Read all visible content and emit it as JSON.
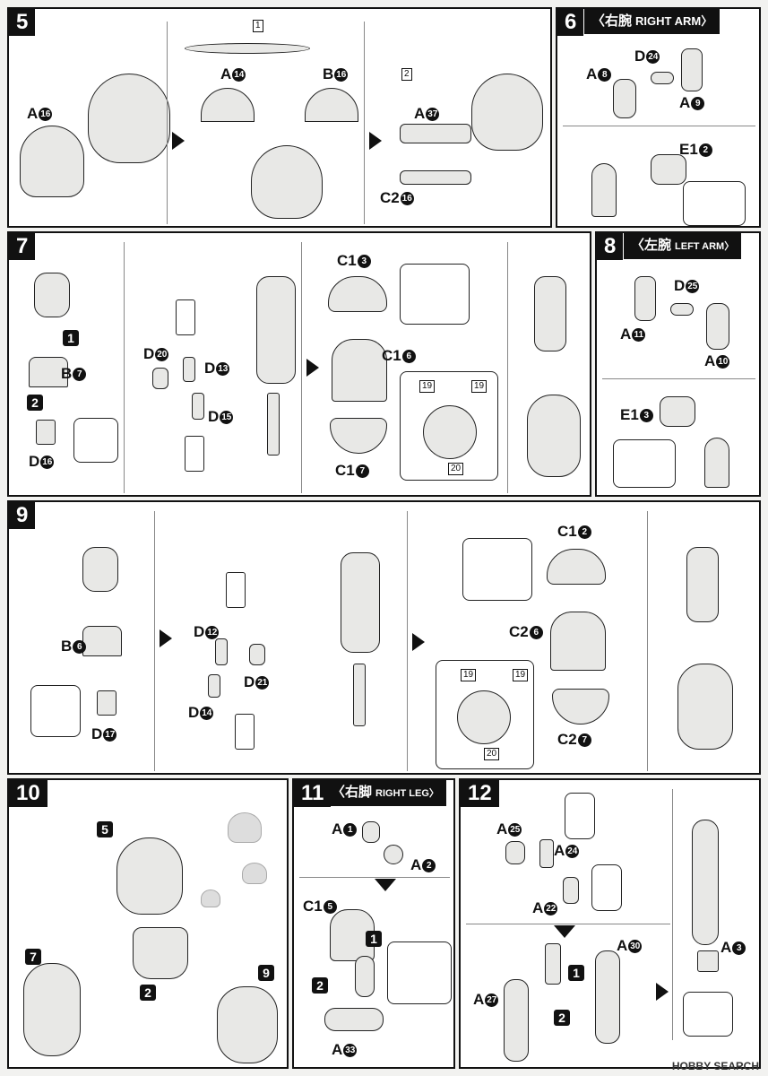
{
  "steps": {
    "s5": {
      "num": "5",
      "labels": {
        "a16": "A",
        "a16n": "16",
        "a14": "A",
        "a14n": "14",
        "b16": "B",
        "b16n": "16",
        "a37": "A",
        "a37n": "37",
        "c216": "C2",
        "c216n": "16"
      },
      "tags": [
        "1",
        "2"
      ]
    },
    "s6": {
      "num": "6",
      "jp": "〈右腕",
      "en": "RIGHT ARM〉",
      "labels": {
        "d24": "D",
        "d24n": "24",
        "a8": "A",
        "a8n": "8",
        "a9": "A",
        "a9n": "9",
        "e12": "E1",
        "e12n": "2"
      }
    },
    "s7": {
      "num": "7",
      "labels": {
        "b7": "B",
        "b7n": "7",
        "d16": "D",
        "d16n": "16",
        "d20": "D",
        "d20n": "20",
        "d13": "D",
        "d13n": "13",
        "d15": "D",
        "d15n": "15",
        "c13": "C1",
        "c13n": "3",
        "c16": "C1",
        "c16n": "6",
        "c17": "C1",
        "c17n": "7"
      },
      "steps": [
        "1",
        "2"
      ],
      "tags": [
        "19",
        "19",
        "20"
      ]
    },
    "s8": {
      "num": "8",
      "jp": "〈左腕",
      "en": "LEFT ARM〉",
      "labels": {
        "d25": "D",
        "d25n": "25",
        "a11": "A",
        "a11n": "11",
        "a10": "A",
        "a10n": "10",
        "e13": "E1",
        "e13n": "3"
      }
    },
    "s9": {
      "num": "9",
      "labels": {
        "b6": "B",
        "b6n": "6",
        "d17": "D",
        "d17n": "17",
        "d12": "D",
        "d12n": "12",
        "d21": "D",
        "d21n": "21",
        "d14": "D",
        "d14n": "14",
        "c12": "C1",
        "c12n": "2",
        "c26": "C2",
        "c26n": "6",
        "c27": "C2",
        "c27n": "7"
      },
      "tags": [
        "19",
        "19",
        "20"
      ]
    },
    "s10": {
      "num": "10",
      "badges": [
        "5",
        "7",
        "2",
        "9"
      ]
    },
    "s11": {
      "num": "11",
      "jp": "〈右脚",
      "en": "RIGHT LEG〉",
      "labels": {
        "a1": "A",
        "a1n": "1",
        "a2": "A",
        "a2n": "2",
        "c15": "C1",
        "c15n": "5",
        "a33": "A",
        "a33n": "33"
      },
      "steps": [
        "1",
        "2"
      ]
    },
    "s12": {
      "num": "12",
      "labels": {
        "a25": "A",
        "a25n": "25",
        "a24": "A",
        "a24n": "24",
        "a22": "A",
        "a22n": "22",
        "a30": "A",
        "a30n": "30",
        "a27": "A",
        "a27n": "27",
        "a3": "A",
        "a3n": "3"
      },
      "steps": [
        "1",
        "2"
      ]
    }
  },
  "watermark": "HOBBY SEARCH"
}
